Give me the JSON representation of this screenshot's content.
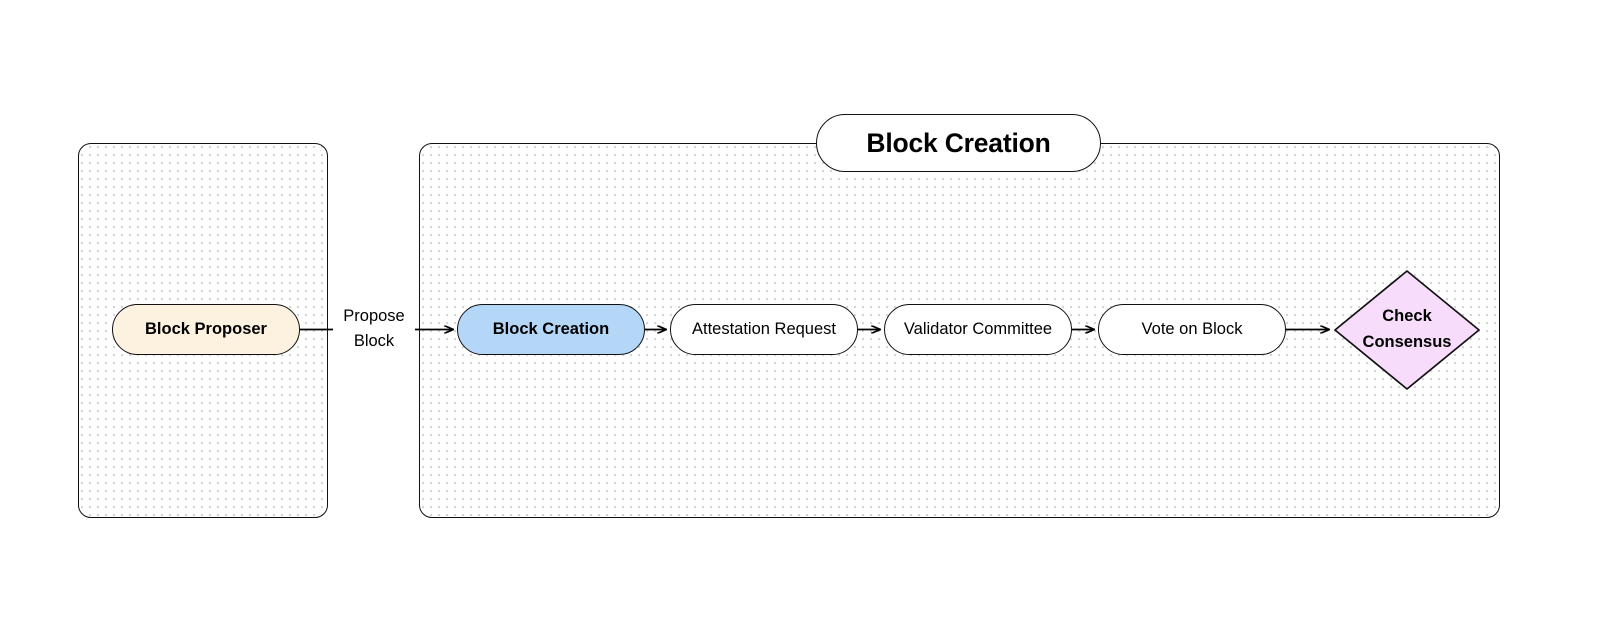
{
  "diagram": {
    "title": "Block Creation",
    "background": "#ffffff",
    "subgraphs": [
      {
        "id": "left",
        "label": "",
        "fill": "#ffffff",
        "pattern": "dotted-grid",
        "border": "#111111"
      },
      {
        "id": "right",
        "label": "Block Creation",
        "fill": "#ffffff",
        "pattern": "dotted-grid",
        "border": "#111111"
      }
    ],
    "nodes": [
      {
        "id": "block-proposer",
        "label": "Block Proposer",
        "shape": "stadium",
        "fill": "#fdf2e0",
        "stroke": "#111111",
        "bold": true,
        "subgraph": "left"
      },
      {
        "id": "block-creation",
        "label": "Block Creation",
        "shape": "stadium",
        "fill": "#b4d7f8",
        "stroke": "#111111",
        "bold": true,
        "subgraph": "right"
      },
      {
        "id": "attestation-request",
        "label": "Attestation Request",
        "shape": "stadium",
        "fill": "#ffffff",
        "stroke": "#111111",
        "bold": false,
        "subgraph": "right"
      },
      {
        "id": "validator-committee",
        "label": "Validator Committee",
        "shape": "stadium",
        "fill": "#ffffff",
        "stroke": "#111111",
        "bold": false,
        "subgraph": "right"
      },
      {
        "id": "vote-on-block",
        "label": "Vote on Block",
        "shape": "stadium",
        "fill": "#ffffff",
        "stroke": "#111111",
        "bold": false,
        "subgraph": "right"
      },
      {
        "id": "check-consensus",
        "label_line1": "Check",
        "label_line2": "Consensus",
        "shape": "diamond",
        "fill": "#f7dcfb",
        "stroke": "#111111",
        "bold": true,
        "subgraph": "right"
      }
    ],
    "edges": [
      {
        "id": "propose-block",
        "from": "block-proposer",
        "to": "block-creation",
        "label_line1": "Propose",
        "label_line2": "Block",
        "arrow": "end"
      },
      {
        "id": "block-creation-to-attestation-request",
        "from": "block-creation",
        "to": "attestation-request",
        "label_line1": "",
        "label_line2": "",
        "arrow": "end"
      },
      {
        "id": "attestation-request-to-validator-committee",
        "from": "attestation-request",
        "to": "validator-committee",
        "label_line1": "",
        "label_line2": "",
        "arrow": "end"
      },
      {
        "id": "validator-committee-to-vote-on-block",
        "from": "validator-committee",
        "to": "vote-on-block",
        "label_line1": "",
        "label_line2": "",
        "arrow": "end"
      },
      {
        "id": "vote-on-block-to-check-consensus",
        "from": "vote-on-block",
        "to": "check-consensus",
        "label_line1": "",
        "label_line2": "",
        "arrow": "end"
      }
    ]
  }
}
